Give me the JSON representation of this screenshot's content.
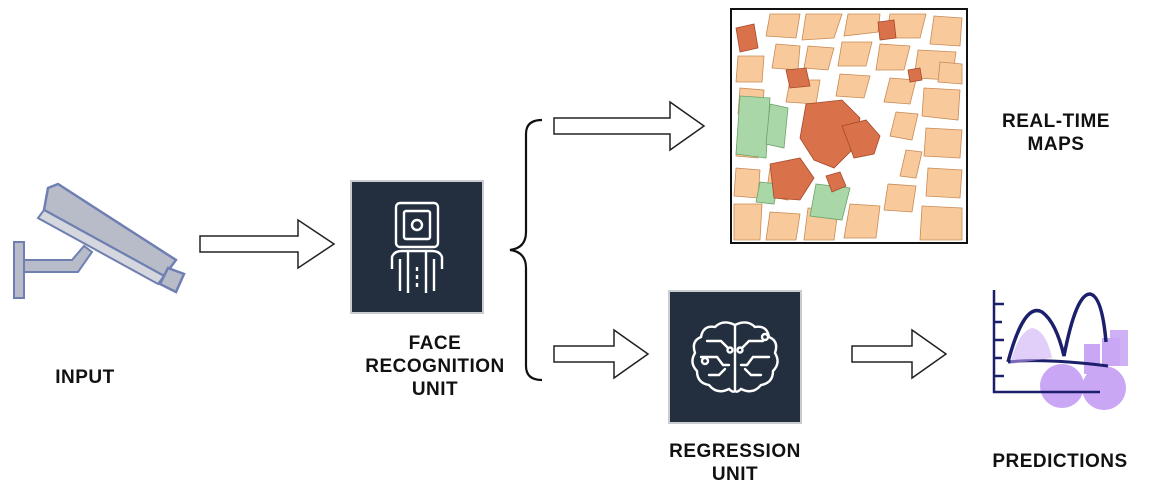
{
  "nodes": {
    "input": {
      "label": "INPUT",
      "icon": "cctv-camera-icon"
    },
    "face_recognition": {
      "label": "FACE\nRECOGNITION\nUNIT",
      "icon": "face-scan-icon"
    },
    "real_time_maps": {
      "label": "REAL-TIME\nMAPS",
      "icon": "city-map-icon"
    },
    "regression": {
      "label": "REGRESSION\nUNIT",
      "icon": "brain-circuit-icon"
    },
    "predictions": {
      "label": "PREDICTIONS",
      "icon": "prediction-chart-icon"
    }
  },
  "colors": {
    "box_background": "#232f3e",
    "camera": "#b8bcc8",
    "camera_outline": "#6f7fb2",
    "map_building": "#f7c99b",
    "map_park": "#a9d7a8",
    "map_landmark": "#d9714a",
    "prediction_purple": "#c9a7f5",
    "prediction_line": "#1c1f6b"
  }
}
